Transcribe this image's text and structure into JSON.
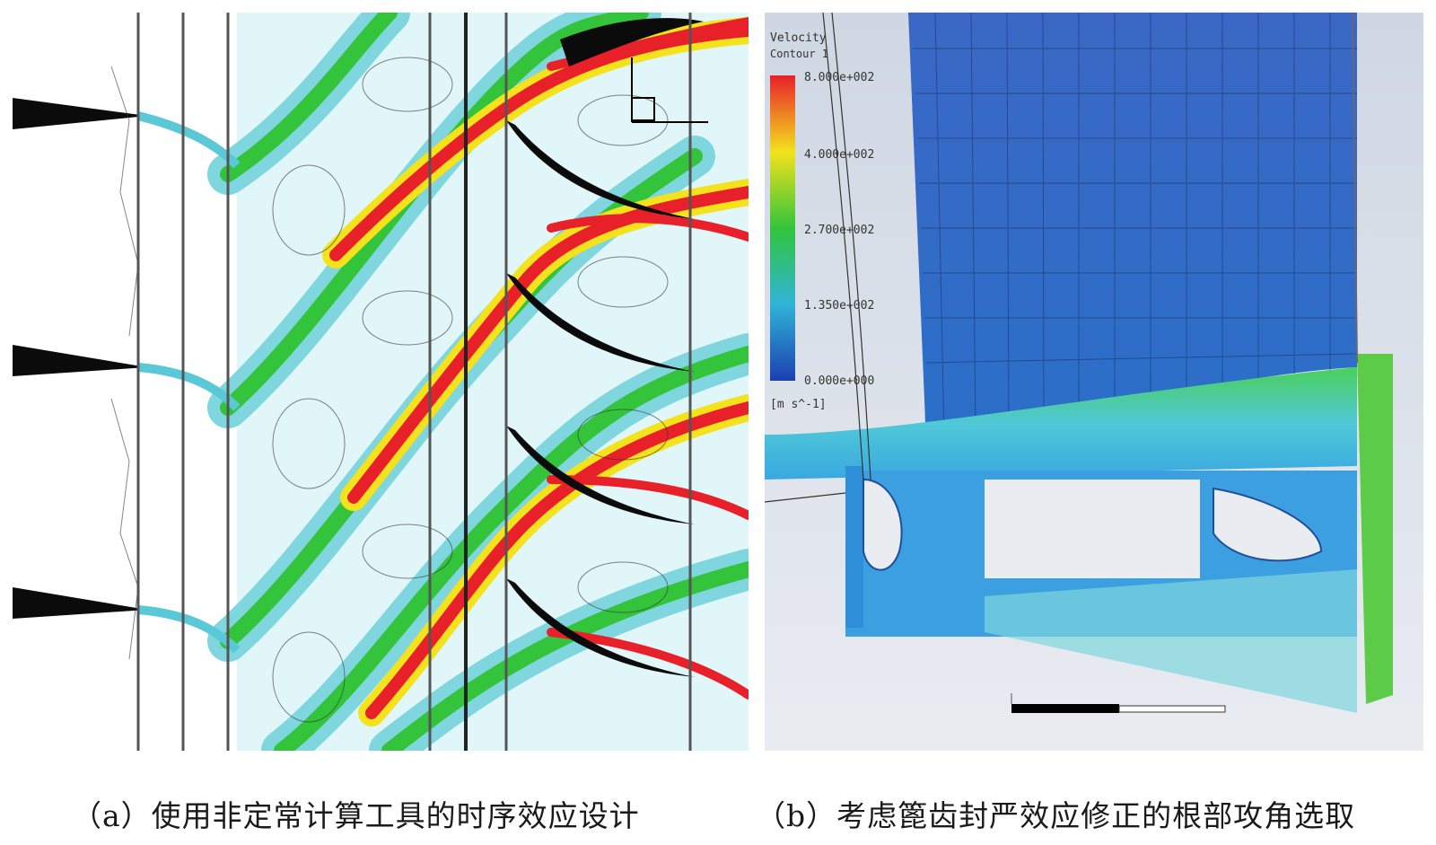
{
  "captions": {
    "a": "（a）使用非定常计算工具的时序效应设计",
    "b": "（b）考虑篦齿封严效应修正的根部攻角选取"
  },
  "legend": {
    "title_line1": "Velocity",
    "title_line2": "Contour 1",
    "ticks": [
      "8.000e+002",
      "4.000e+002",
      "2.700e+002",
      "1.350e+002",
      "0.000e+000"
    ],
    "unit": "[m s^-1]"
  },
  "colors": {
    "flow_red": "#e8202a",
    "flow_yellow": "#f3e21c",
    "flow_green": "#33c43b",
    "flow_cyan": "#7fd6de",
    "blade_black": "#0b0b0b",
    "contour_blue": "#2a6fc8",
    "contour_green": "#48c848"
  }
}
